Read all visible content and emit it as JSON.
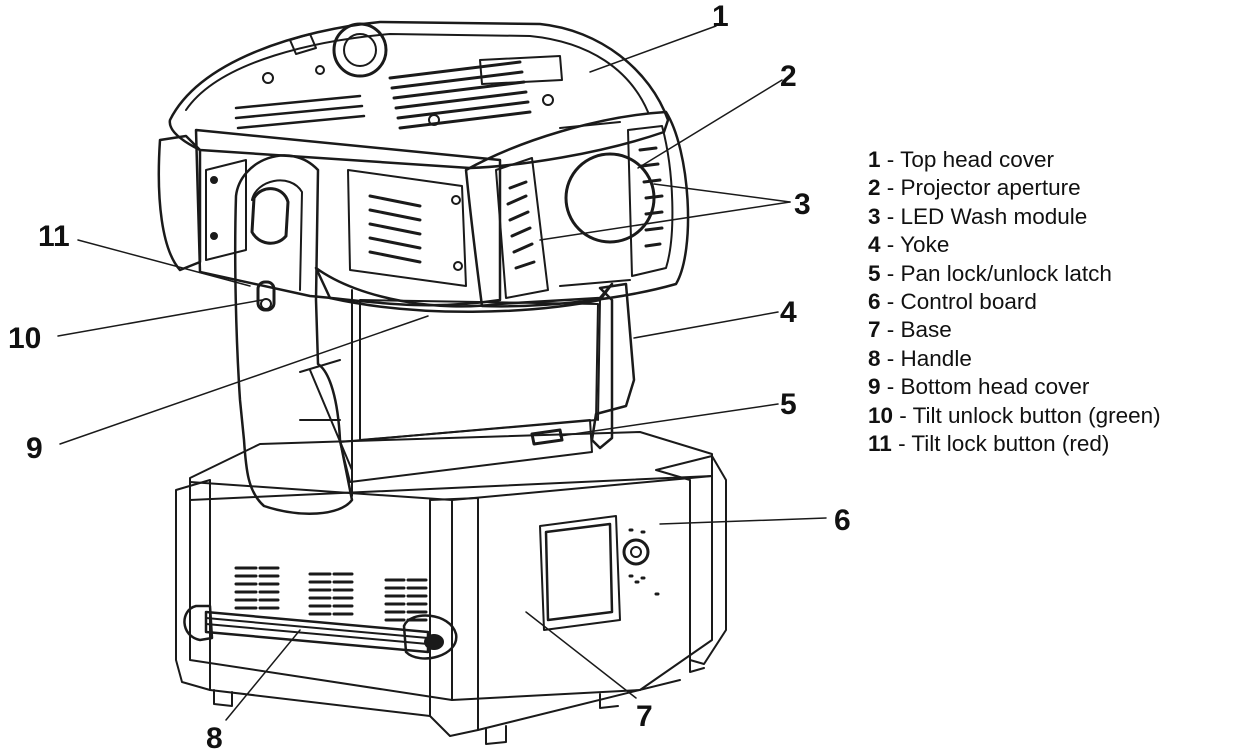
{
  "diagram": {
    "legend": [
      {
        "number": "1",
        "label": "- Top head cover"
      },
      {
        "number": "2",
        "label": "- Projector aperture"
      },
      {
        "number": "3",
        "label": "- LED Wash module"
      },
      {
        "number": "4",
        "label": "- Yoke"
      },
      {
        "number": "5",
        "label": "- Pan lock/unlock latch"
      },
      {
        "number": "6",
        "label": "- Control board"
      },
      {
        "number": "7",
        "label": "- Base"
      },
      {
        "number": "8",
        "label": "- Handle"
      },
      {
        "number": "9",
        "label": "- Bottom head cover"
      },
      {
        "number": "10",
        "label": "- Tilt unlock button (green)"
      },
      {
        "number": "11",
        "label": "- Tilt lock button (red)"
      }
    ],
    "callouts": {
      "c1": "1",
      "c2": "2",
      "c3": "3",
      "c4": "4",
      "c5": "5",
      "c6": "6",
      "c7": "7",
      "c8": "8",
      "c9": "9",
      "c10": "10",
      "c11": "11"
    },
    "line_color": "#1a1a1a"
  }
}
